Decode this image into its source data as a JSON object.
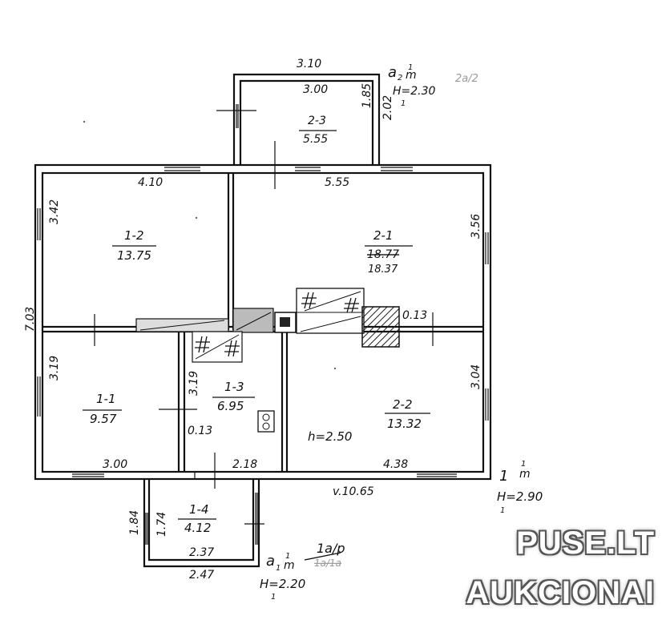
{
  "annex": {
    "outer_width": "3.10",
    "inner_width": "3.00",
    "inner_depth": "1.85",
    "outer_depth": "2.02",
    "name": "2-3",
    "area": "5.55",
    "letter": "a",
    "letter_sub": "2",
    "letter_sup": "1",
    "letter_suffix": "m",
    "height": "H=2.30",
    "height_tick": "1",
    "note": "2a/2"
  },
  "rooms": {
    "r12": {
      "name": "1-2",
      "area": "13.75",
      "width": "4.10",
      "depth": "3.42"
    },
    "r21": {
      "name": "2-1",
      "area_old": "18.77",
      "area": "18.37",
      "width": "5.55",
      "depth": "3.56",
      "dim_small": "0.13"
    },
    "r11": {
      "name": "1-1",
      "area": "9.57",
      "width": "3.00",
      "depth": "3.19"
    },
    "r13": {
      "name": "1-3",
      "area": "6.95",
      "depth": "3.19",
      "dim_small": "0.13",
      "width": "2.18"
    },
    "r22": {
      "name": "2-2",
      "area": "13.32",
      "depth": "3.04",
      "width": "4.38",
      "height": "h=2.50"
    }
  },
  "outer_left": "7.03",
  "main": {
    "volume": "v.10.65",
    "letter": "1",
    "letter_sup": "1",
    "letter_suffix": "m",
    "height": "H=2.90",
    "height_tick": "1"
  },
  "porch": {
    "name": "1-4",
    "area": "4.12",
    "depth_outer": "1.84",
    "depth_inner": "1.74",
    "inner_width": "2.37",
    "outer_width": "2.47",
    "letter": "a",
    "letter_sub": "1",
    "letter_sup": "1",
    "letter_suffix": "m",
    "height": "H=2.20",
    "height_tick": "1",
    "plan_label": "1a/p",
    "plan_label_struck": "1a/1a"
  },
  "watermark": {
    "line1": "PUSE.LT",
    "line2": "AUKCIONAI"
  }
}
